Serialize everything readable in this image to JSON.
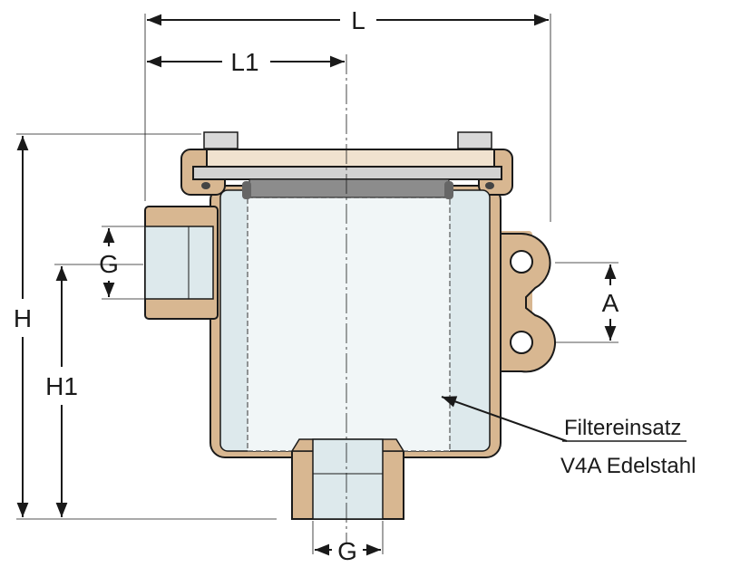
{
  "dimensions": {
    "L": "L",
    "L1": "L1",
    "H": "H",
    "H1": "H1",
    "G_inlet": "G",
    "G_outlet": "G",
    "A": "A"
  },
  "annotation": {
    "line1": "Filtereinsatz",
    "line2": "V4A Edelstahl"
  },
  "colors": {
    "bronze": "#d8b791",
    "lid": "#f0e2cf",
    "fluid": "#dde9ec",
    "filter": "#f1f6f7",
    "plate": "#d2d2d2",
    "band": "#8c8c8c",
    "line": "#1a1a1a"
  }
}
